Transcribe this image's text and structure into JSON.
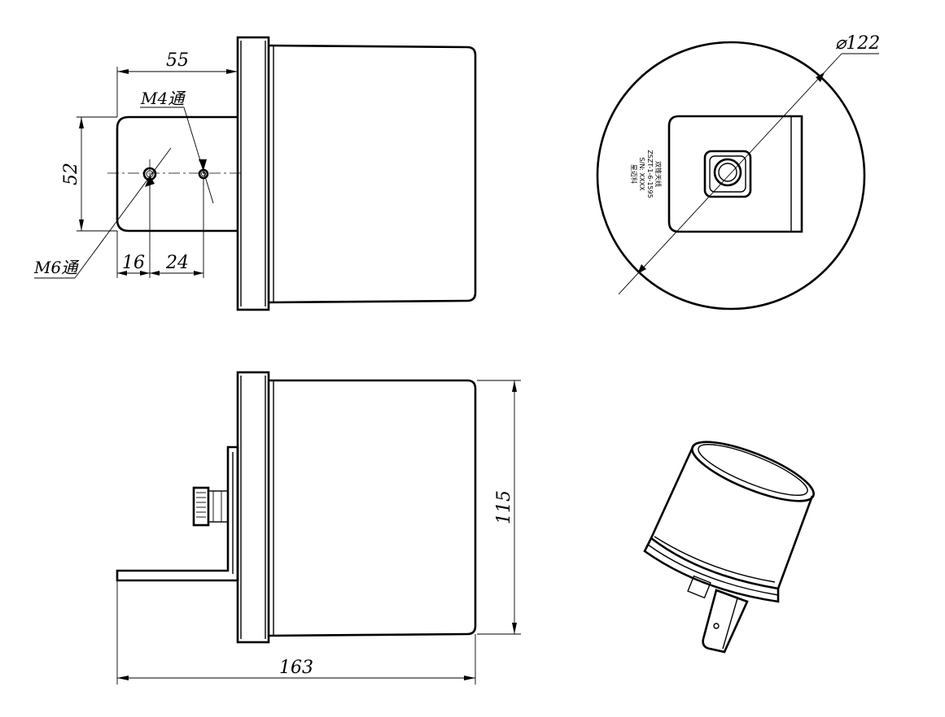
{
  "dimensions": {
    "front_width": "55",
    "front_height": "52",
    "hole_offset_1": "16",
    "hole_offset_2": "24",
    "side_height": "115",
    "side_length": "163",
    "diameter": "⌀122"
  },
  "callouts": {
    "m4": "M4通",
    "m6": "M6通"
  },
  "label_plate": {
    "line1": "双锥天线",
    "line2": "ZSZT-1-6-1595",
    "line3": "S/N: XXXX",
    "line4": "星迈科"
  }
}
